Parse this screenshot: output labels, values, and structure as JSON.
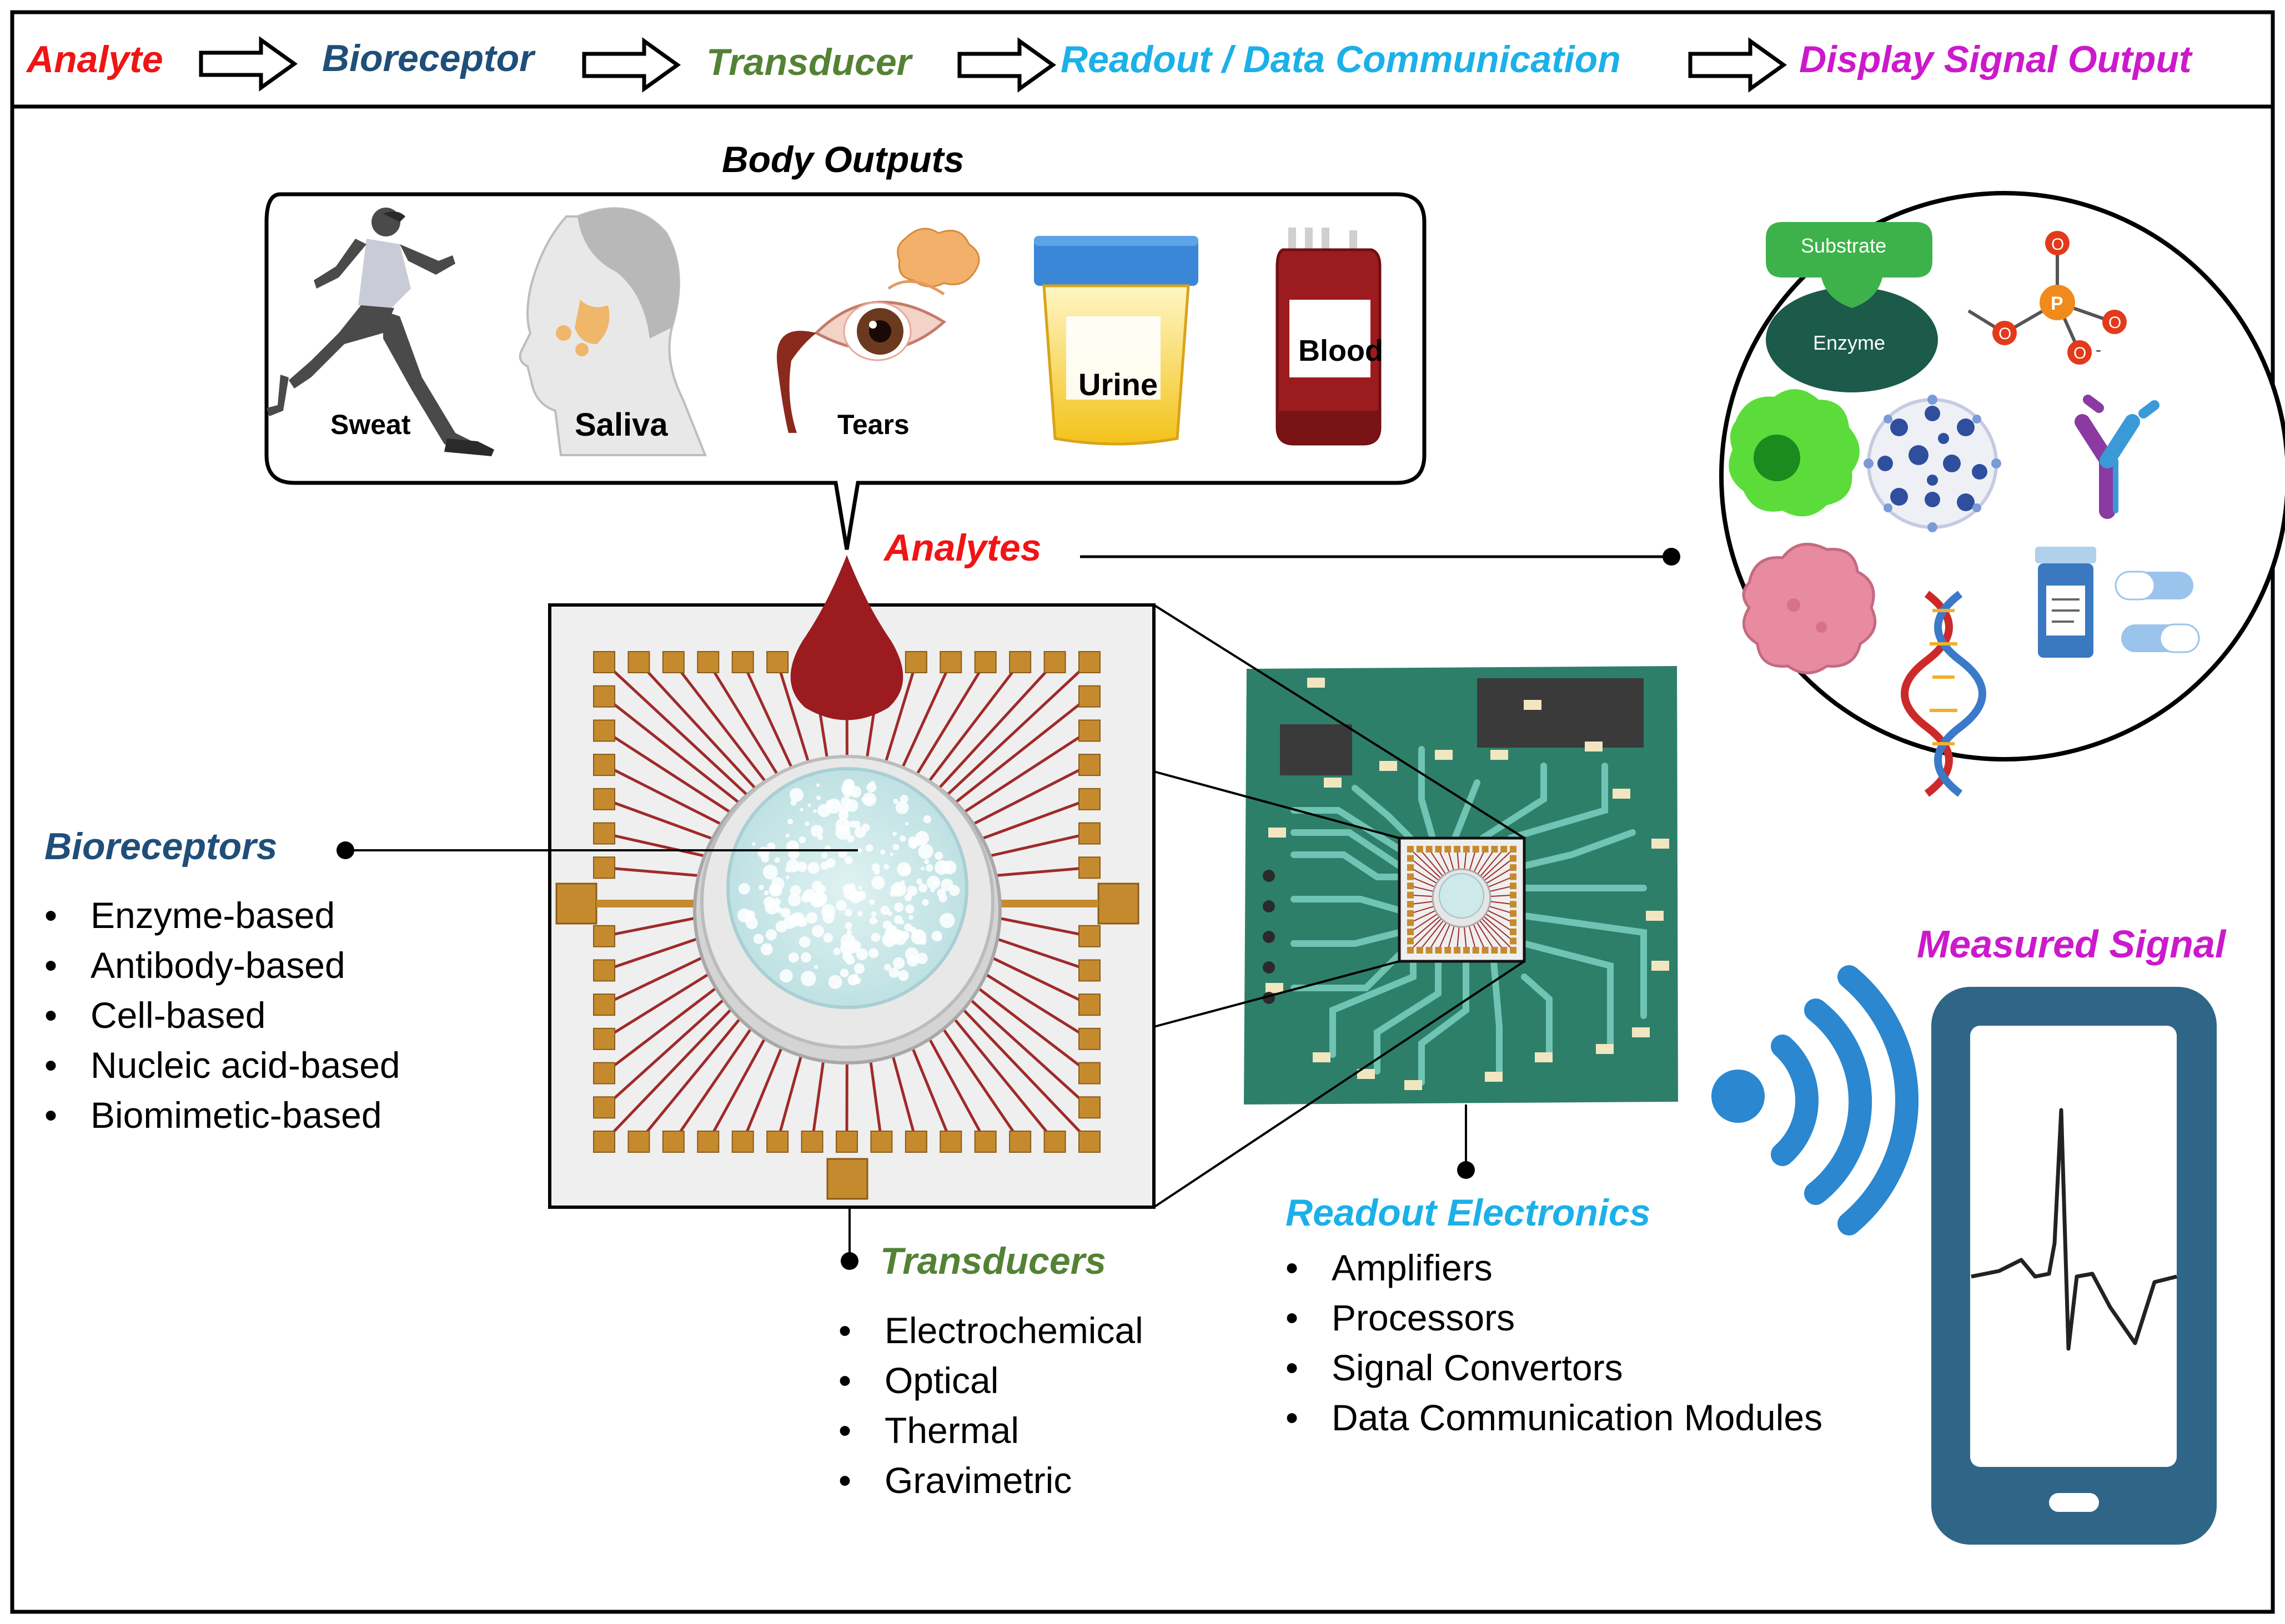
{
  "flow": {
    "steps": [
      {
        "label": "Analyte",
        "color": "#f01414"
      },
      {
        "label": "Bioreceptor",
        "color": "#1f4e79"
      },
      {
        "label": "Transducer",
        "color": "#548235"
      },
      {
        "label": "Readout / Data Communication",
        "color": "#1cb0e8"
      },
      {
        "label": "Display Signal Output",
        "color": "#cc19cc"
      }
    ]
  },
  "body_outputs": {
    "title": "Body Outputs",
    "items": [
      "Sweat",
      "Saliva",
      "Tears",
      "Urine",
      "Blood"
    ]
  },
  "analytes": {
    "label": "Analytes",
    "substrate": "Substrate",
    "enzyme": "Enzyme",
    "phosphate_center": "P",
    "phosphate_atom": "O",
    "phosphate_charge": "-"
  },
  "bioreceptors": {
    "title": "Bioreceptors",
    "items": [
      "Enzyme-based",
      "Antibody-based",
      "Cell-based",
      "Nucleic acid-based",
      "Biomimetic-based"
    ]
  },
  "transducers": {
    "title": "Transducers",
    "items": [
      "Electrochemical",
      "Optical",
      "Thermal",
      "Gravimetric"
    ]
  },
  "readout": {
    "title": "Readout Electronics",
    "items": [
      "Amplifiers",
      "Processors",
      "Signal Convertors",
      "Data Communication Modules"
    ]
  },
  "measured_signal": {
    "title": "Measured Signal"
  },
  "bullet": "•",
  "colors": {
    "red": "#f01414",
    "navy": "#1f4e79",
    "green": "#548235",
    "cyan": "#1cb0e8",
    "magenta": "#cc19cc",
    "blood": "#9b1b1e",
    "pcb": "#2e7f6a",
    "pad": "#c68a2e",
    "wifi": "#2a87d0",
    "phone": "#2f6688"
  }
}
